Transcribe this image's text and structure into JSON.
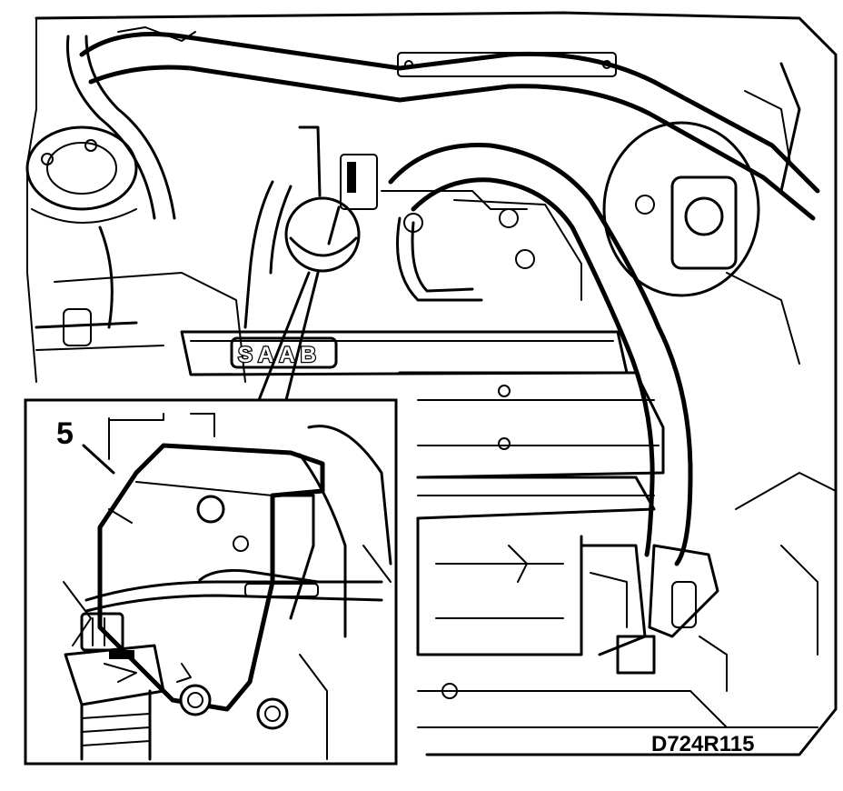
{
  "callout": {
    "label": "5"
  },
  "reference_code": "D724R115",
  "engine_badge": "SAAB"
}
